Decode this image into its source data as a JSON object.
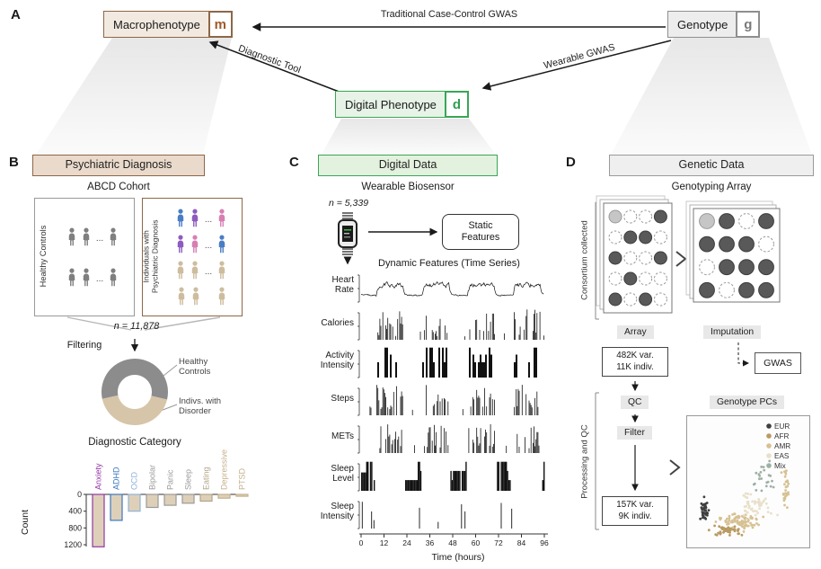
{
  "figure": {
    "panel_a_label": "A",
    "panel_b_label": "B",
    "panel_c_label": "C",
    "panel_d_label": "D"
  },
  "panelA": {
    "macrophenotype": {
      "label": "Macrophenotype",
      "symbol": "m"
    },
    "genotype": {
      "label": "Genotype",
      "symbol": "g"
    },
    "digital_phenotype": {
      "label": "Digital Phenotype",
      "symbol": "d"
    },
    "arrow_case_control": "Traditional Case-Control GWAS",
    "arrow_diagnostic": "Diagnostic Tool",
    "arrow_wearable": "Wearable GWAS"
  },
  "panelB": {
    "header": "Psychiatric Diagnosis",
    "cohort_title": "ABCD Cohort",
    "healthy_box_label": "Healthy Controls",
    "psychiatric_box_label": "Individuals with\nPsychiatric Diagnosis",
    "ellipsis": "...",
    "healthy_rows": [
      [
        "#7f7f7f",
        "#7f7f7f",
        "...",
        "#7f7f7f"
      ],
      [
        "#7f7f7f",
        "#7f7f7f",
        "...",
        "#7f7f7f"
      ]
    ],
    "psych_rows": [
      [
        "#4a7dc4",
        "#8e5bbf",
        "...",
        "#d77fb4"
      ],
      [
        "#8e5bbf",
        "#d77fb4",
        "...",
        "#4a7dc4"
      ],
      [
        "#cdbd9e",
        "#cdbd9e",
        "...",
        "#cdbd9e"
      ],
      [
        "#cdbd9e",
        "#cdbd9e",
        "",
        "#cdbd9e"
      ]
    ],
    "n_total": "n = 11,878",
    "filtering_label": "Filtering",
    "donut": {
      "segments": [
        {
          "label": "Healthy\nControls",
          "value": 57,
          "color": "#8c8c8c"
        },
        {
          "label": "Indivs. with\nDisorder",
          "value": 43,
          "color": "#d7c5a9"
        }
      ]
    },
    "diagnostic_title": "Diagnostic Category",
    "bar_chart": {
      "ylabel": "Count",
      "yticks": [
        0,
        400,
        800,
        1200
      ],
      "bar_fill": "#ded0b8",
      "categories": [
        {
          "label": "Anxiety",
          "value": 1250,
          "color": "#9336a6"
        },
        {
          "label": "ADHD",
          "value": 620,
          "color": "#3c78c0"
        },
        {
          "label": "OCD",
          "value": 400,
          "color": "#8fb3d9"
        },
        {
          "label": "Bipolar",
          "value": 310,
          "color": "#9a9a9a"
        },
        {
          "label": "Panic",
          "value": 260,
          "color": "#9a9a9a"
        },
        {
          "label": "Sleep",
          "value": 210,
          "color": "#9a9a9a"
        },
        {
          "label": "Eating",
          "value": 160,
          "color": "#b3a488"
        },
        {
          "label": "Depressive",
          "value": 90,
          "color": "#c4b18d"
        },
        {
          "label": "PTSD",
          "value": 45,
          "color": "#c4b18d"
        }
      ]
    }
  },
  "panelC": {
    "header": "Digital Data",
    "subtitle": "Wearable Biosensor",
    "n_label": "n = 5,339",
    "static_features": "Static\nFeatures",
    "dynamic_title": "Dynamic Features (Time Series)",
    "rows": [
      {
        "label": "Heart\nRate",
        "type": "line",
        "seed": 3
      },
      {
        "label": "Calories",
        "type": "spiky",
        "seed": 7
      },
      {
        "label": "Activity\nIntensity",
        "type": "blocks",
        "seed": 11
      },
      {
        "label": "Steps",
        "type": "spiky",
        "seed": 13
      },
      {
        "label": "METs",
        "type": "spiky",
        "seed": 17
      },
      {
        "label": "Sleep\nLevel",
        "type": "sleep",
        "seed": 19
      },
      {
        "label": "Sleep\nIntensity",
        "type": "sparse",
        "seed": 23
      }
    ],
    "xticks": [
      0,
      12,
      24,
      36,
      48,
      60,
      72,
      84,
      96
    ],
    "xlabel": "Time (hours)"
  },
  "panelD": {
    "header": "Genetic Data",
    "subtitle": "Genotyping Array",
    "consortium_label": "Consortium collected",
    "processing_label": "Processing and QC",
    "array_tag": "Array",
    "imputation_tag": "Imputation",
    "array_stats": "482K var.\n11K indiv.",
    "qc_tag": "QC",
    "filter_tag": "Filter",
    "filtered_stats": "157K var.\n9K indiv.",
    "gwas_label": "GWAS",
    "pcs_label": "Genotype PCs",
    "array_grid": [
      "2001",
      "0110",
      "1001",
      "0100",
      "1010"
    ],
    "imputation_grid": [
      "2101",
      "1110",
      "0111",
      "1011"
    ],
    "scatter": {
      "legend": [
        {
          "label": "EUR",
          "color": "#3f3f3f"
        },
        {
          "label": "AFR",
          "color": "#b99a62"
        },
        {
          "label": "AMR",
          "color": "#d6c193"
        },
        {
          "label": "EAS",
          "color": "#e8e0c9"
        },
        {
          "label": "Mix",
          "color": "#9fb0a5"
        }
      ],
      "clusters": [
        {
          "color": "#d6c193",
          "n": 90,
          "cx": 0.42,
          "cy": 0.8,
          "sx": 0.26,
          "sy": 0.1
        },
        {
          "color": "#b99a62",
          "n": 45,
          "cx": 0.33,
          "cy": 0.86,
          "sx": 0.18,
          "sy": 0.07
        },
        {
          "color": "#3f3f3f",
          "n": 35,
          "cx": 0.15,
          "cy": 0.72,
          "sx": 0.05,
          "sy": 0.16
        },
        {
          "color": "#e8e0c9",
          "n": 50,
          "cx": 0.55,
          "cy": 0.68,
          "sx": 0.24,
          "sy": 0.16
        },
        {
          "color": "#9fb0a5",
          "n": 22,
          "cx": 0.62,
          "cy": 0.5,
          "sx": 0.14,
          "sy": 0.18
        },
        {
          "color": "#d6c193",
          "n": 28,
          "cx": 0.8,
          "cy": 0.55,
          "sx": 0.04,
          "sy": 0.28
        }
      ]
    }
  }
}
